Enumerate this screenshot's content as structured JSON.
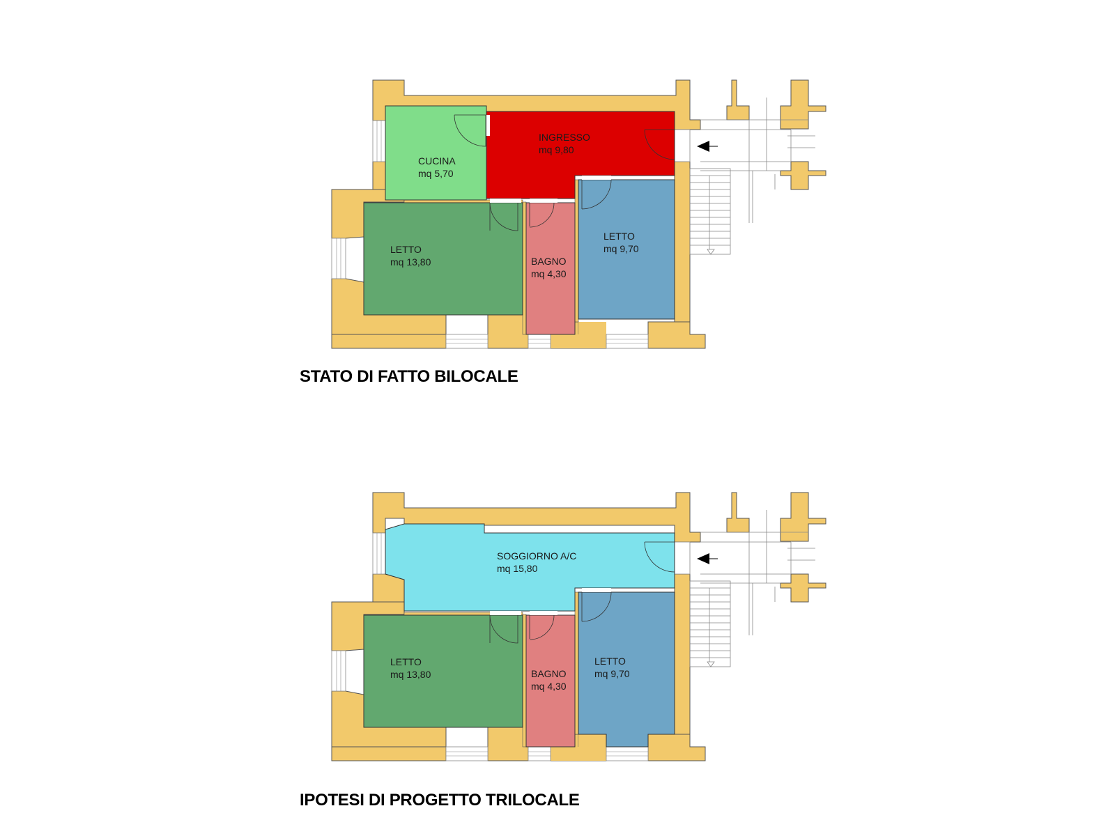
{
  "colors": {
    "wall": "#f2c96b",
    "cucina": "#80dd8a",
    "ingresso": "#dc0000",
    "letto_large": "#62a86f",
    "bagno": "#e08080",
    "letto_small": "#6ea5c6",
    "soggiorno": "#7ee2ec",
    "line": "#333333"
  },
  "plan1": {
    "title": "STATO DI FATTO BILOCALE",
    "rooms": {
      "cucina": {
        "name": "CUCINA",
        "area": "mq 5,70"
      },
      "ingresso": {
        "name": "INGRESSO",
        "area": "mq 9,80"
      },
      "letto_large": {
        "name": "LETTO",
        "area": "mq 13,80"
      },
      "bagno": {
        "name": "BAGNO",
        "area": "mq 4,30"
      },
      "letto_small": {
        "name": "LETTO",
        "area": "mq 9,70"
      }
    }
  },
  "plan2": {
    "title": "IPOTESI DI PROGETTO TRILOCALE",
    "rooms": {
      "soggiorno": {
        "name": "SOGGIORNO A/C",
        "area": "mq 15,80"
      },
      "letto_large": {
        "name": "LETTO",
        "area": "mq 13,80"
      },
      "bagno": {
        "name": "BAGNO",
        "area": "mq 4,30"
      },
      "letto_small": {
        "name": "LETTO",
        "area": "mq 9,70"
      }
    }
  }
}
